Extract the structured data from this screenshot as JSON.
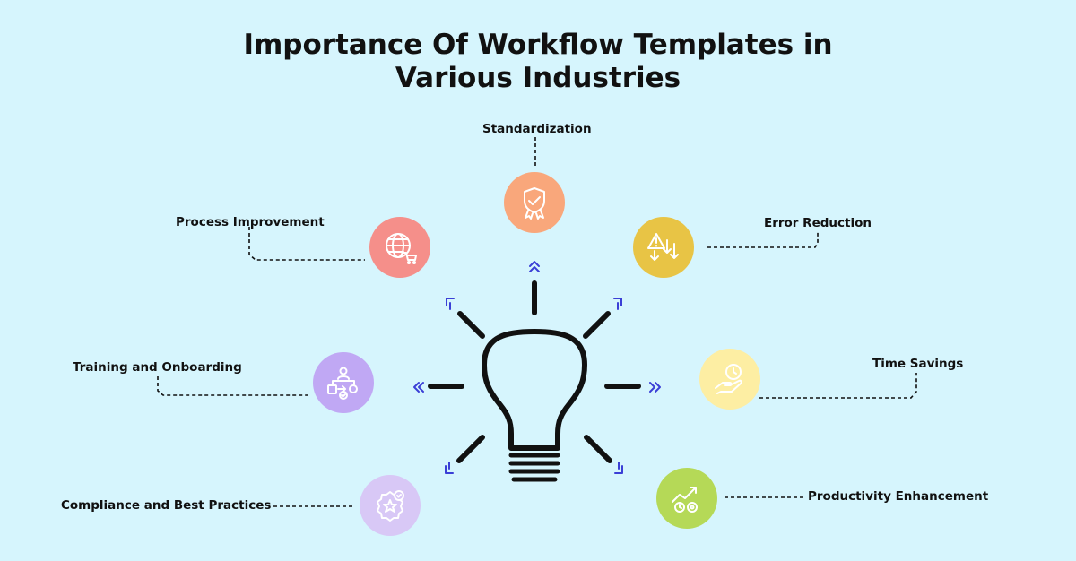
{
  "title": {
    "line1": "Importance Of Workflow Templates in",
    "line2": "Various Industries"
  },
  "items": [
    {
      "label": "Standardization",
      "icon": "shield-badge-icon",
      "color": "#f9a77b"
    },
    {
      "label": "Error Reduction",
      "icon": "warning-arrows-icon",
      "color": "#e8c445"
    },
    {
      "label": "Time Savings",
      "icon": "hand-clock-icon",
      "color": "#fdeea3"
    },
    {
      "label": "Productivity Enhancement",
      "icon": "growth-gears-icon",
      "color": "#b5d957"
    },
    {
      "label": "Compliance and Best Practices",
      "icon": "award-badge-icon",
      "color": "#d8c8f6"
    },
    {
      "label": "Training and Onboarding",
      "icon": "team-flow-icon",
      "color": "#c0a8f4"
    },
    {
      "label": "Process Improvement",
      "icon": "globe-cart-icon",
      "color": "#f58f8a"
    }
  ],
  "colors": {
    "background": "#d6f5fd",
    "bulb": "#111111",
    "chevrons": "#3b3fd6"
  }
}
